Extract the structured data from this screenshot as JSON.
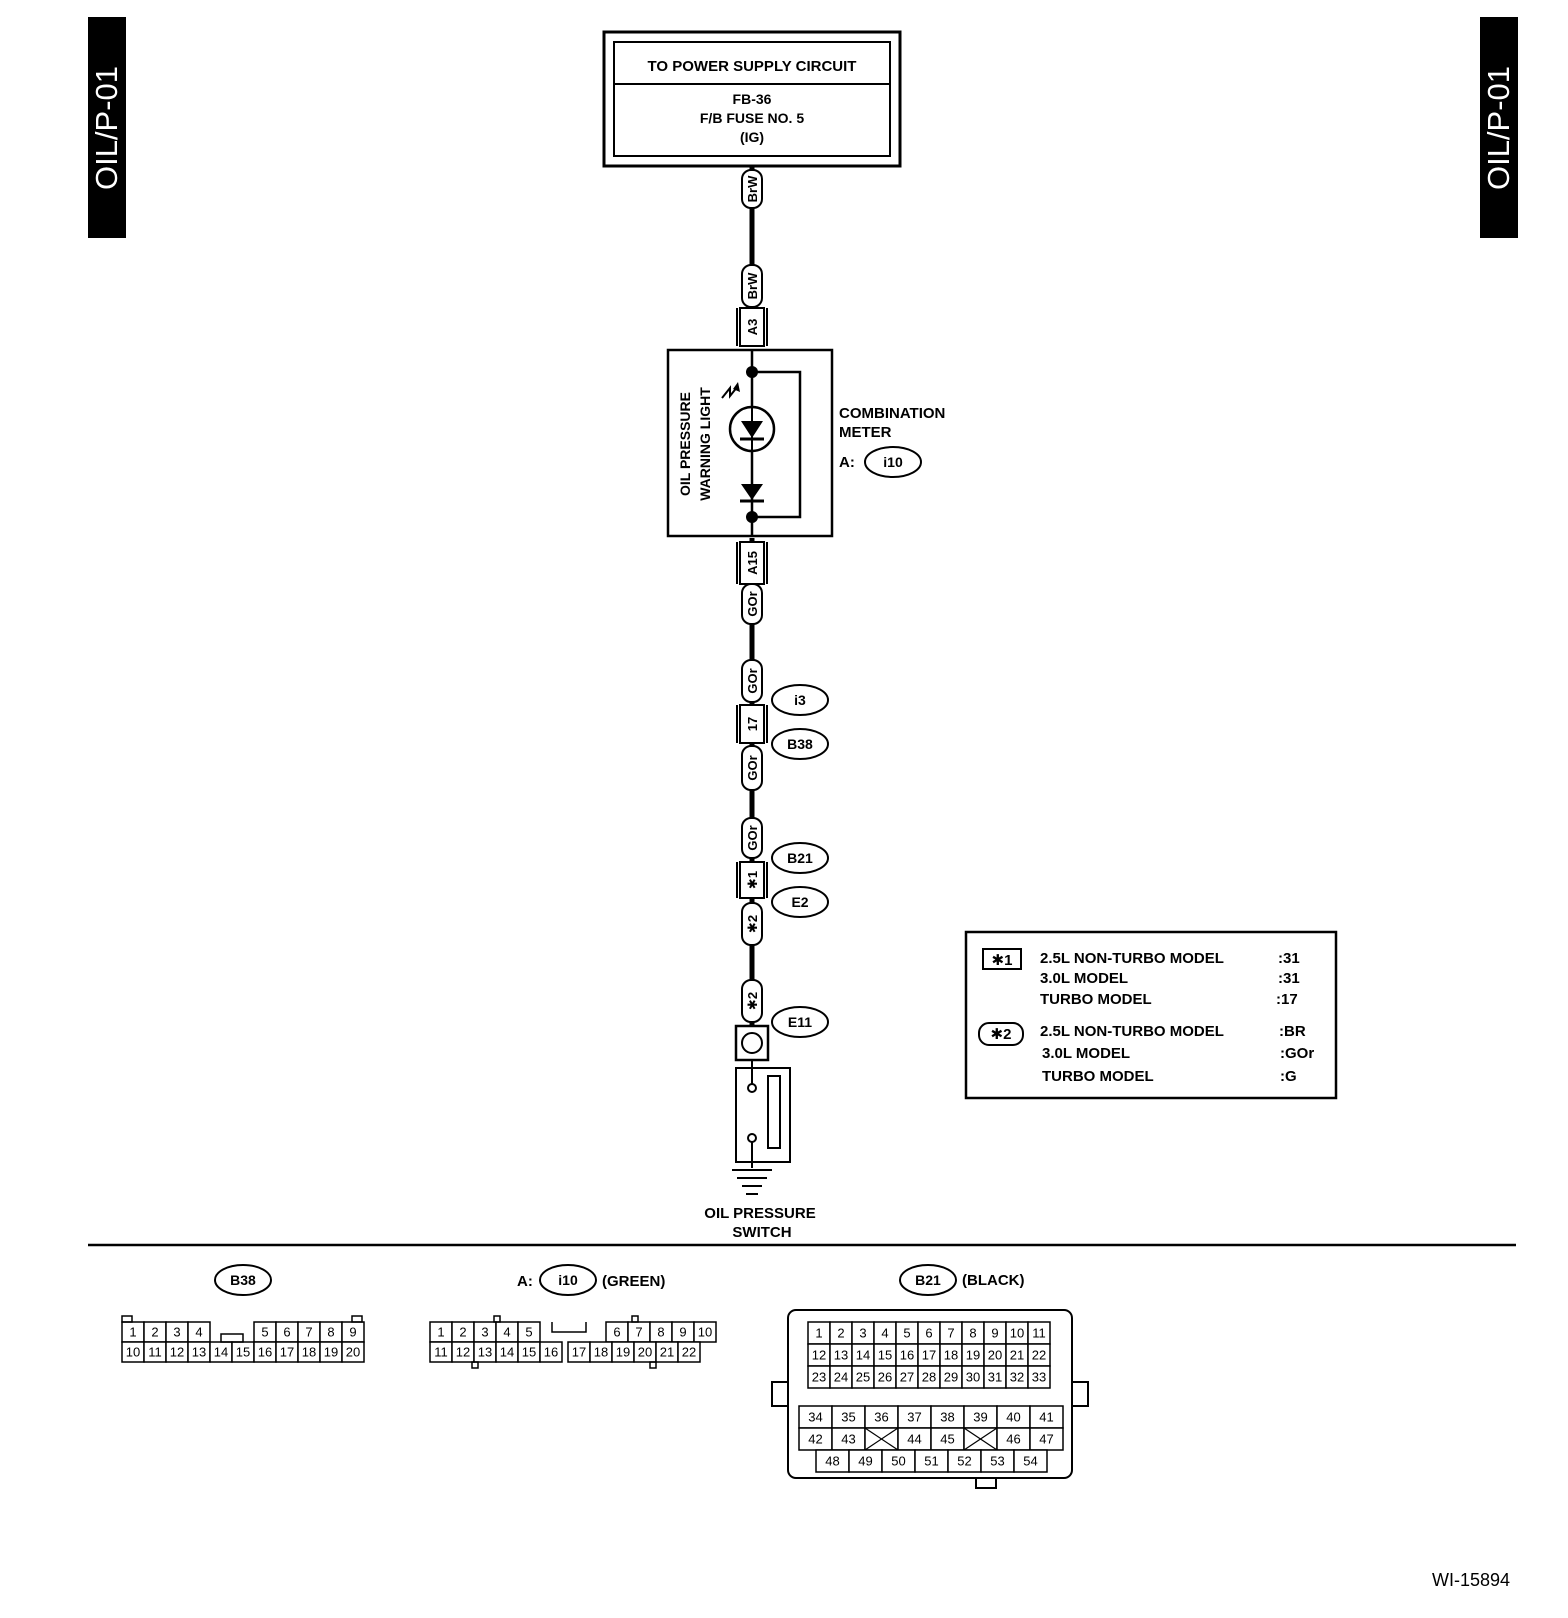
{
  "page": {
    "section_tag": "OIL/P-01",
    "doc_id": "WI-15894"
  },
  "power": {
    "title": "TO POWER SUPPLY CIRCUIT",
    "line1": "FB-36",
    "line2": "F/B FUSE NO. 5",
    "line3": "(IG)"
  },
  "wires": {
    "brw": "BrW",
    "gor": "GOr",
    "star2": "✱2"
  },
  "terminals": {
    "a3": "A3",
    "a15": "A15",
    "t17": "17",
    "star1": "✱1"
  },
  "meter": {
    "label1": "OIL PRESSURE",
    "label2": "WARNING LIGHT",
    "name1": "COMBINATION",
    "name2": "METER",
    "prefix": "A:",
    "connector": "i10"
  },
  "connectors": {
    "i3": "i3",
    "b38": "B38",
    "b21": "B21",
    "e2": "E2",
    "e11": "E11"
  },
  "switch": {
    "line1": "OIL PRESSURE",
    "line2": "SWITCH"
  },
  "notes": {
    "n1": {
      "marker": "✱1",
      "rows": [
        {
          "model": "2.5L NON-TURBO MODEL",
          "value": ":31"
        },
        {
          "model": "3.0L MODEL",
          "value": ":31"
        },
        {
          "model": "TURBO MODEL",
          "value": ":17"
        }
      ]
    },
    "n2": {
      "marker": "✱2",
      "rows": [
        {
          "model": "2.5L NON-TURBO MODEL",
          "value": ":BR"
        },
        {
          "model": "3.0L MODEL",
          "value": ":GOr"
        },
        {
          "model": "TURBO MODEL",
          "value": ":G"
        }
      ]
    }
  },
  "pinouts": {
    "b38": {
      "id": "B38",
      "top": [
        "1",
        "2",
        "3",
        "4",
        "5",
        "6",
        "7",
        "8",
        "9"
      ],
      "bottom": [
        "10",
        "11",
        "12",
        "13",
        "14",
        "15",
        "16",
        "17",
        "18",
        "19",
        "20"
      ]
    },
    "i10": {
      "prefix": "A:",
      "id": "i10",
      "color": "(GREEN)",
      "top": [
        "1",
        "2",
        "3",
        "4",
        "5",
        "6",
        "7",
        "8",
        "9",
        "10"
      ],
      "bottom": [
        "11",
        "12",
        "13",
        "14",
        "15",
        "16",
        "17",
        "18",
        "19",
        "20",
        "21",
        "22"
      ]
    },
    "b21": {
      "id": "B21",
      "color": "(BLACK)",
      "row1": [
        "1",
        "2",
        "3",
        "4",
        "5",
        "6",
        "7",
        "8",
        "9",
        "10",
        "11"
      ],
      "row2": [
        "12",
        "13",
        "14",
        "15",
        "16",
        "17",
        "18",
        "19",
        "20",
        "21",
        "22"
      ],
      "row3": [
        "23",
        "24",
        "25",
        "26",
        "27",
        "28",
        "29",
        "30",
        "31",
        "32",
        "33"
      ],
      "row4": [
        "34",
        "35",
        "36",
        "37",
        "38",
        "39",
        "40",
        "41"
      ],
      "row5": [
        "42",
        "43",
        "",
        "44",
        "45",
        "",
        "46",
        "47"
      ],
      "row6": [
        "48",
        "49",
        "50",
        "51",
        "52",
        "53",
        "54"
      ]
    }
  }
}
